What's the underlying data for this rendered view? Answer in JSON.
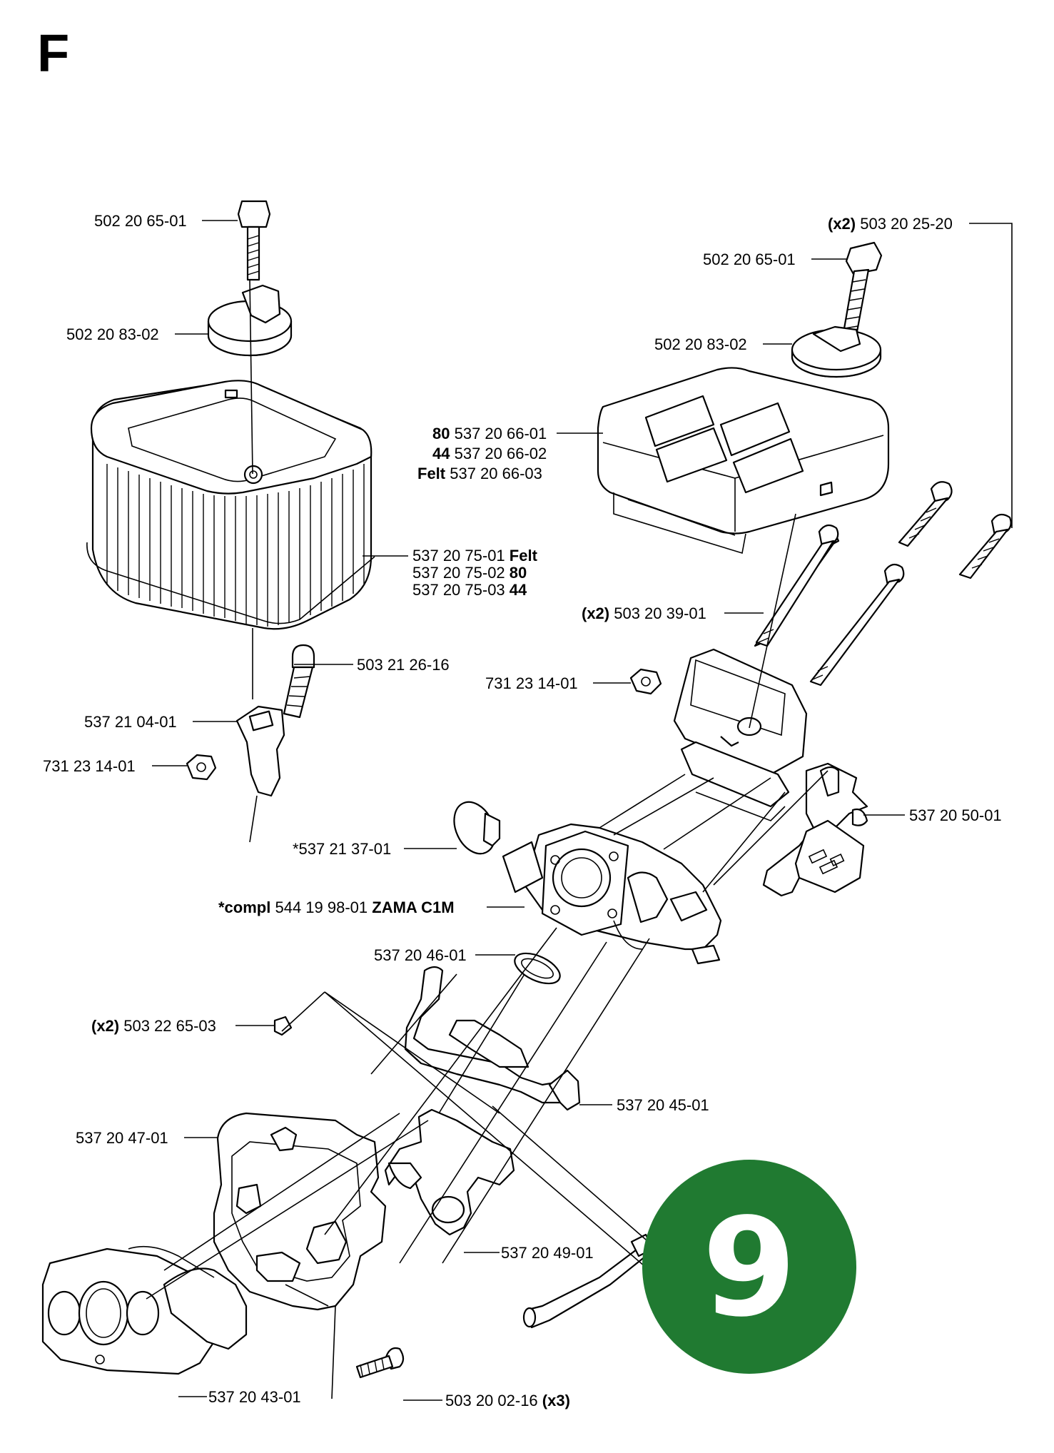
{
  "section_letter": "F",
  "badge": {
    "number": "9",
    "color": "#207a31"
  },
  "labels": {
    "l1": "502 20 65-01",
    "l2": "502 20 83-02",
    "l3a": "537 20 75-01 ",
    "l3a_b": "Felt",
    "l3b": "537 20 75-02 ",
    "l3b_b": "80",
    "l3c": "537 20 75-03 ",
    "l3c_b": "44",
    "l4": "503 21 26-16",
    "l5": "537 21 04-01",
    "l6": "731 23 14-01",
    "l7_b": "(x2)",
    "l7": " 503 20 25-20",
    "l8": "502 20 65-01",
    "l9": "502 20 83-02",
    "l10a_b": "80",
    "l10a": " 537 20 66-01",
    "l10b_b": "44",
    "l10b": " 537 20 66-02",
    "l10c_b": "Felt",
    "l10c": " 537 20 66-03",
    "l11_b": "(x2)",
    "l11": " 503 20 39-01",
    "l12": "731 23 14-01",
    "l13": "537 20 50-01",
    "l14": "*537 21 37-01",
    "l15_b1": "*compl",
    "l15": " 544 19 98-01 ",
    "l15_b2": "ZAMA C1M",
    "l16": "537 20 46-01",
    "l17_b": "(x2)",
    "l17": " 503 22 65-03",
    "l18": "537 20 45-01",
    "l19": "537 20 47-01",
    "l20": "537 20 49-01",
    "l21": "537 20 43-01",
    "l22": "503 20 02-16 ",
    "l22_b": "(x3)"
  }
}
